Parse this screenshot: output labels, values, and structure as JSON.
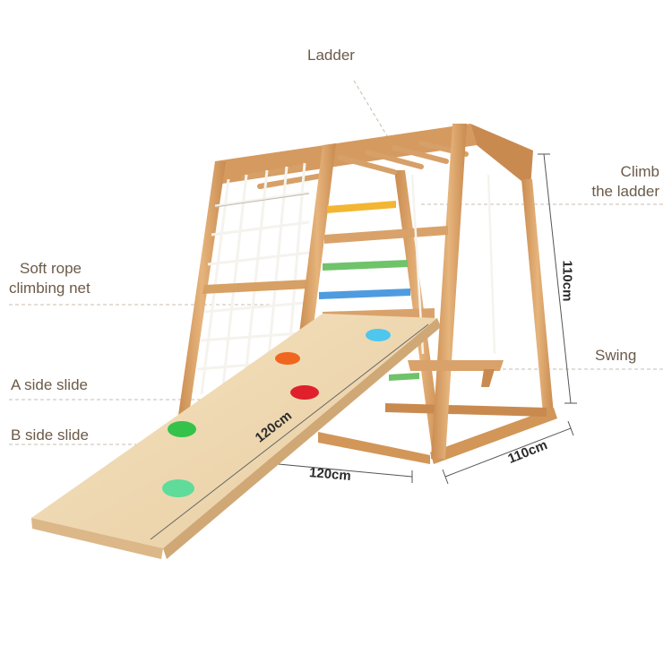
{
  "labels": {
    "ladder": "Ladder",
    "climb_line1": "Climb",
    "climb_line2": "the ladder",
    "net_line1": "Soft rope",
    "net_line2": "climbing net",
    "a_side_slide": "A side slide",
    "b_side_slide": "B side slide",
    "swing": "Swing"
  },
  "dimensions": {
    "height": "110cm",
    "depth": "110cm",
    "width": "120cm",
    "slide_length": "120cm"
  },
  "colors": {
    "label_text": "#6b5a48",
    "leader_line": "#c9beb2",
    "wood": "#d9a26a",
    "wood_dark": "#b9804a",
    "slide": "#efd9b3",
    "rung_yellow": "#f2b632",
    "rung_green": "#6fc36a",
    "rung_blue": "#4f9be0",
    "hold_orange": "#f0661e",
    "hold_red": "#e0202c",
    "hold_green": "#35c24a",
    "hold_mint": "#5fdc9a",
    "hold_cyan": "#4fc6ee"
  }
}
